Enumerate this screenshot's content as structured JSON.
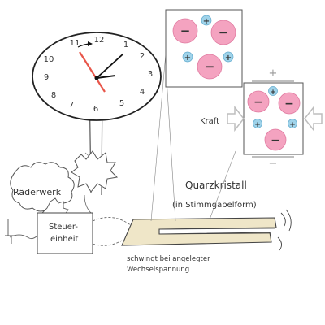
{
  "clock": {
    "numerals": [
      "12",
      "1",
      "2",
      "3",
      "4",
      "5",
      "6",
      "7",
      "8",
      "9",
      "10",
      "11"
    ]
  },
  "labels": {
    "gear_train": "Räderwerk",
    "control_unit_line1": "Steuer-",
    "control_unit_line2": "einheit",
    "crystal_title": "Quarzkristall",
    "crystal_shape": "(in Stimmgabelform)",
    "oscillation_line1": "schwingt bei angelegter",
    "oscillation_line2": "Wechselspannung",
    "force": "Kraft"
  },
  "charges": {
    "minus": "−",
    "plus": "+"
  },
  "colors": {
    "negative_charge": "#f4a3c0",
    "positive_charge": "#9fd3ea",
    "second_hand": "#e8564a",
    "crystal_fill": "#efe6c8",
    "arrow_gray": "#bdbdbd"
  }
}
